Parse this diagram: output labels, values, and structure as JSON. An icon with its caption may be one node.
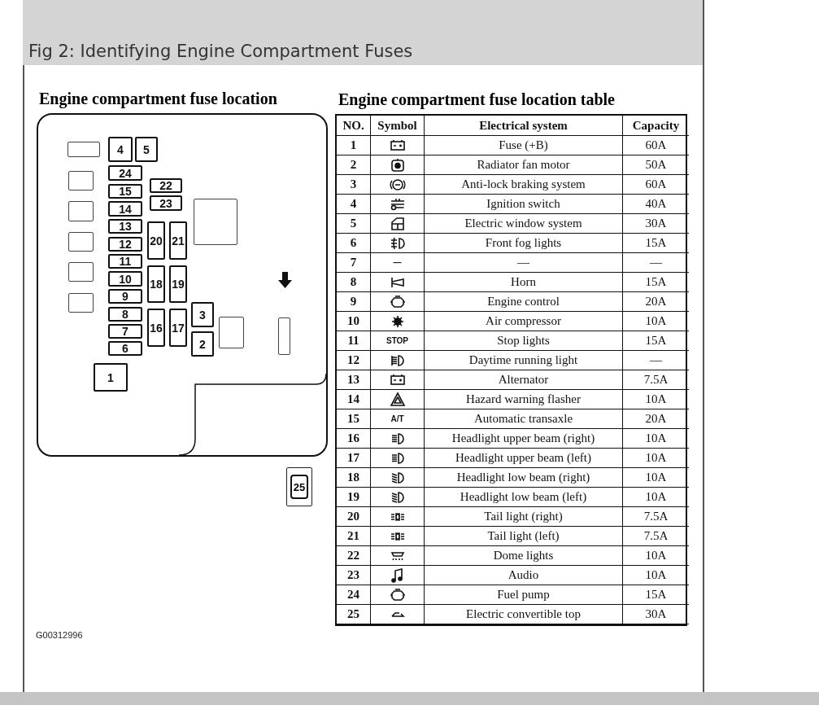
{
  "diagram": {
    "title": "Fig 2: Identifying Engine Compartment Fuses",
    "nodes": [
      {
        "text": [],
        "shape": "box"
      },
      {
        "text": [],
        "shape": "box",
        "in": 0
      },
      {
        "text": [
          "4"
        ],
        "in": 0
      },
      {
        "text": [
          "5"
        ],
        "in": 0
      },
      {
        "text": [],
        "shape": "box",
        "in": 0
      },
      {
        "text": [
          "24"
        ],
        "in": 0
      },
      {
        "text": [
          "15"
        ],
        "in": 0
      },
      {
        "text": [
          "22"
        ],
        "in": 0
      },
      {
        "text": [
          "23"
        ],
        "in": 0
      },
      {
        "text": [],
        "shape": "box",
        "in": 0
      },
      {
        "text": [],
        "shape": "box",
        "in": 0
      },
      {
        "text": [
          "14"
        ],
        "in": 0
      },
      {
        "text": [
          "13"
        ],
        "in": 0
      },
      {
        "text": [
          "20"
        ],
        "in": 0
      },
      {
        "text": [
          "21"
        ],
        "in": 0
      },
      {
        "text": [],
        "shape": "box",
        "in": 0
      },
      {
        "text": [
          "12"
        ],
        "in": 0
      },
      {
        "text": [
          "11"
        ],
        "in": 0
      },
      {
        "text": [],
        "shape": "box",
        "in": 0
      },
      {
        "text": [
          "10"
        ],
        "in": 0
      },
      {
        "text": [
          "18"
        ],
        "in": 0
      },
      {
        "text": [
          "19"
        ],
        "in": 0
      },
      {
        "text": [
          "9"
        ],
        "in": 0
      },
      {
        "text": [],
        "shape": "box",
        "in": 0
      },
      {
        "text": [
          "8"
        ],
        "in": 0
      },
      {
        "text": [
          "16"
        ],
        "in": 0
      },
      {
        "text": [
          "17"
        ],
        "in": 0
      },
      {
        "text": [
          "3"
        ],
        "in": 0
      },
      {
        "text": [],
        "shape": "box",
        "in": 0
      },
      {
        "text": [],
        "shape": "box",
        "in": 0
      },
      {
        "text": [
          "7"
        ],
        "in": 0
      },
      {
        "text": [
          "2"
        ],
        "in": 0
      },
      {
        "text": [
          "6"
        ],
        "in": 0
      },
      {
        "text": [
          "1"
        ],
        "in": 0
      },
      {
        "text": [
          "25"
        ]
      }
    ],
    "labels": [
      "Engine compartment fuse location",
      "Engine compartment fuse location table",
      "NO.",
      "Symbol",
      "Electrical system",
      "Capacity",
      "1",
      "Fuse (+B)",
      "60A",
      "2",
      "Radiator fan motor",
      "50A",
      "3",
      "Anti-lock braking system",
      "60A",
      "4",
      "Ignition switch",
      "40A",
      "5",
      "Electric window system",
      "30A",
      "6",
      "Front fog lights",
      "15A",
      "7",
      "—",
      "—",
      "—",
      "8",
      "Horn",
      "15A",
      "9",
      "Engine control",
      "20A",
      "10",
      "Air compressor",
      "10A",
      "11",
      "STOP",
      "Stop lights",
      "15A",
      "12",
      "Daytime running light",
      "—",
      "13",
      "Alternator",
      "7.5A",
      "14",
      "Hazard warning flasher",
      "10A",
      "15",
      "A/T",
      "Automatic transaxle",
      "20A",
      "16",
      "Headlight upper beam (right)",
      "10A",
      "17",
      "Headlight upper beam (left)",
      "10A",
      "18",
      "Headlight low beam (right)",
      "10A",
      "19",
      "Headlight low beam (left)",
      "10A",
      "20",
      "Tail light (right)",
      "7.5A",
      "21",
      "Tail light (left)",
      "7.5A",
      "22",
      "Dome lights",
      "10A",
      "23",
      "Audio",
      "10A",
      "24",
      "Fuel pump",
      "15A",
      "25",
      "Electric convertible top",
      "30A",
      "G00312996"
    ]
  }
}
